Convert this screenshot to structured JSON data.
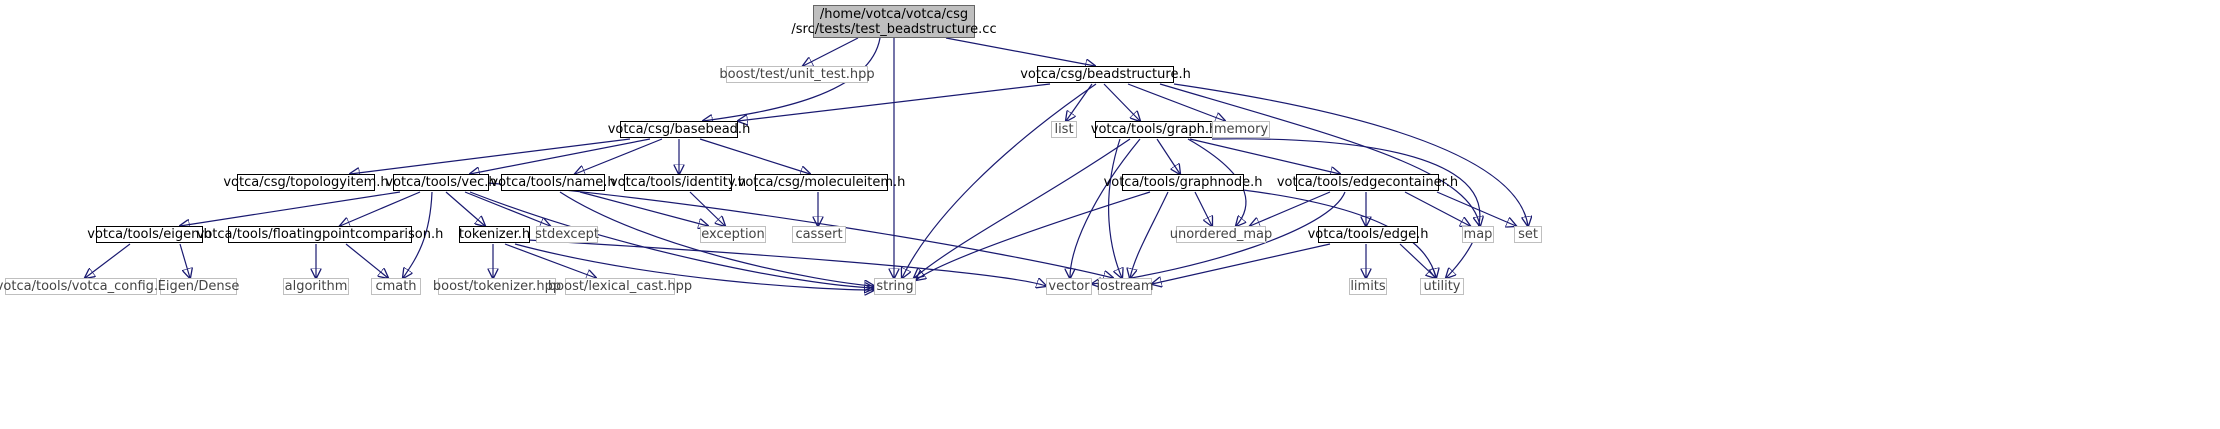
{
  "colors": {
    "edge": "#191970",
    "header_border": "#000000",
    "system_border": "#bfbfbf",
    "root_fill": "#bfbfbf"
  },
  "nodes": {
    "root": {
      "line1": "/home/votca/votca/csg",
      "line2": "/src/tests/test_beadstructure.cc"
    },
    "unit_test": "boost/test/unit_test.hpp",
    "beadstructure": "votca/csg/beadstructure.h",
    "basebead": "votca/csg/basebead.h",
    "list": "list",
    "graph": "votca/tools/graph.h",
    "memory": "memory",
    "topologyitem": "votca/csg/topologyitem.h",
    "vec": "votca/tools/vec.h",
    "name": "votca/tools/name.h",
    "identity": "votca/tools/identity.h",
    "moleculeitem": "votca/csg/moleculeitem.h",
    "graphnode": "votca/tools/graphnode.h",
    "edgecontainer": "votca/tools/edgecontainer.h",
    "eigen": "votca/tools/eigen.h",
    "fpcompare": "votca/tools/floatingpointcomparison.h",
    "tokenizer": "tokenizer.h",
    "stdexcept": "stdexcept",
    "exception": "exception",
    "cassert": "cassert",
    "unordered_map": "unordered_map",
    "edge": "votca/tools/edge.h",
    "map": "map",
    "set": "set",
    "votca_config": "votca/tools/votca_config.h",
    "eigen_dense": "Eigen/Dense",
    "algorithm": "algorithm",
    "cmath": "cmath",
    "boost_tokenizer": "boost/tokenizer.hpp",
    "lexical_cast": "boost/lexical_cast.hpp",
    "string": "string",
    "vector": "vector",
    "iostream": "iostream",
    "limits": "limits",
    "utility": "utility"
  }
}
